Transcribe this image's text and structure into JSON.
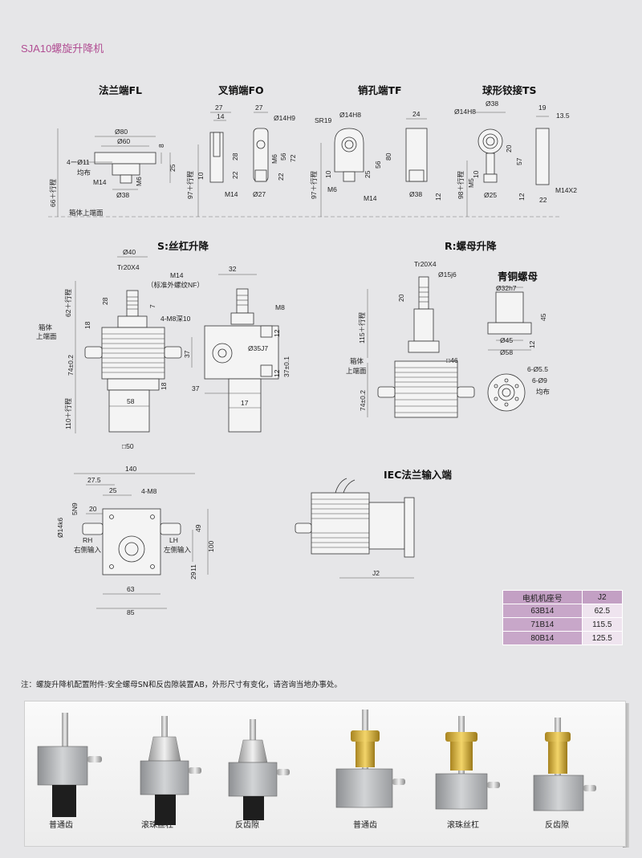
{
  "page_title": "SJA10螺旋升降机",
  "sections": {
    "fl": "法兰端FL",
    "fo": "叉销端FO",
    "tf": "销孔端TF",
    "ts": "球形铰接TS",
    "s_lift": "S:丝杠升降",
    "r_lift": "R:螺母升降",
    "bronze_nut": "青铜螺母",
    "iec": "IEC法兰输入端"
  },
  "labels": {
    "fl": {
      "d80": "Ø80",
      "d60": "Ø60",
      "holes": "4－Ø11",
      "even": "均布",
      "m14": "M14",
      "m6": "M6",
      "d38": "Ø38",
      "h8": "8",
      "h25": "25",
      "stroke": "66＋行程",
      "box_top": "箱体上端面"
    },
    "fo": {
      "w27a": "27",
      "w14": "14",
      "w27b": "27",
      "d14h9": "Ø14H9",
      "h28": "28",
      "h22a": "22",
      "h10": "10",
      "h22b": "22",
      "m6": "M6",
      "h56": "56",
      "h72": "72",
      "stroke": "97＋行程",
      "m14": "M14",
      "d27": "Ø27"
    },
    "tf": {
      "sr19": "SR19",
      "d14h8": "Ø14H8",
      "w24": "24",
      "h25": "25",
      "h56": "56",
      "h80": "80",
      "h10": "10",
      "m6": "M6",
      "m14": "M14",
      "d38": "Ø38",
      "h12": "12",
      "stroke": "97＋行程"
    },
    "ts": {
      "d14h8": "Ø14H8",
      "d38": "Ø38",
      "w19": "19",
      "w13_5": "13.5",
      "h20": "20",
      "h57": "57",
      "h10": "10",
      "m5": "M5",
      "d25": "Ø25",
      "h12": "12",
      "stroke": "98＋行程",
      "w22": "22",
      "m14x2": "M14X2"
    },
    "s": {
      "d40": "Ø40",
      "tr": "Tr20X4",
      "m14": "M14",
      "m14_note": "（标准外螺纹NF）",
      "h28": "28",
      "h7": "7",
      "stroke62": "62＋行程",
      "h18": "18",
      "m8_deep": "4-M8深10",
      "w32": "32",
      "m8": "M8",
      "box_top_a": "箱体",
      "box_top_b": "上端面",
      "h74": "74±0.2",
      "h37": "37",
      "d35": "Ø35J7",
      "h12a": "12",
      "h12b": "12",
      "h37b": "37±0.1",
      "w58": "58",
      "h18b": "18",
      "w37": "37",
      "w17": "17",
      "stroke110": "110＋行程",
      "sq50": "□50"
    },
    "r": {
      "tr": "Tr20X4",
      "d15": "Ø15j6",
      "h20": "20",
      "stroke115": "115＋行程",
      "box_top_a": "箱体",
      "box_top_b": "上端面",
      "h74": "74±0.2",
      "sq46": "□46",
      "d32": "Ø32h7",
      "h45": "45",
      "h12": "12",
      "d45": "Ø45",
      "d58": "Ø58",
      "holes55": "6-Ø5.5",
      "holes9": "6-Ø9",
      "even": "均布"
    },
    "top": {
      "w140": "140",
      "w27_5": "27.5",
      "w25": "25",
      "m8": "4-M8",
      "sn9": "5N9",
      "w20": "20",
      "d14k6": "Ø14k6",
      "rh": "RH",
      "rh_txt": "右侧输入",
      "lh": "LH",
      "lh_txt": "左侧输入",
      "h49": "49",
      "h100": "100",
      "h11": "11",
      "h29": "29",
      "w63": "63",
      "w85": "85"
    },
    "iec": {
      "j2": "J2"
    }
  },
  "motor_table": {
    "headers": [
      "电机机座号",
      "J2"
    ],
    "rows": [
      [
        "63B14",
        "62.5"
      ],
      [
        "71B14",
        "115.5"
      ],
      [
        "80B14",
        "125.5"
      ]
    ]
  },
  "note": "注：螺旋升降机配置附件:安全螺母SN和反齿隙装置AB，外形尺寸有变化，请咨询当地办事处。",
  "photo_captions": [
    "普通齿",
    "滚珠丝杠",
    "反齿隙",
    "普通齿",
    "滚珠丝杠",
    "反齿隙"
  ],
  "colors": {
    "title": "#b14e93",
    "table_header": "#c3a0c4",
    "table_alt": "#efe4ef",
    "bronze": "#d8b23a"
  }
}
